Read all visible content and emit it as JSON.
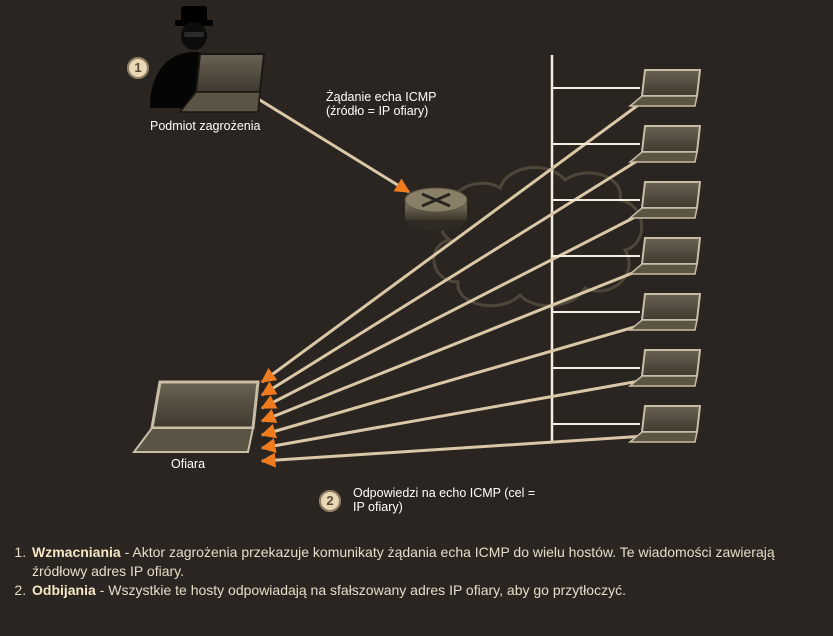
{
  "labels": {
    "attacker": "Podmiot zagrożenia",
    "victim": "Ofiara",
    "request_line1": "Żądanie echa ICMP",
    "request_line2": "(źródło = IP ofiary)",
    "reply_line1": "Odpowiedzi na echo ICMP (cel =",
    "reply_line2": "IP ofiary)"
  },
  "steps": [
    {
      "number": "1",
      "term": "Wzmacniania",
      "text": " - Aktor zagrożenia przekazuje komunikaty żądania echa ICMP do wielu hostów. Te wiadomości zawierają źródłowy adres IP ofiary."
    },
    {
      "number": "2",
      "term": "Odbijania",
      "text": " - Wszystkie te hosty odpowiadają na sfałszowany adres IP ofiary, aby go przytłoczyć."
    }
  ],
  "icons": {
    "attacker": "hacker-with-laptop-icon",
    "router": "router-icon",
    "cloud": "network-cloud-icon",
    "victim": "laptop-icon",
    "host": "laptop-icon"
  },
  "colors": {
    "background": "#2a2520",
    "line": "#d9c7a7",
    "arrow_head": "#f07a1e",
    "badge": "#e8d8b4"
  },
  "host_count": 7
}
